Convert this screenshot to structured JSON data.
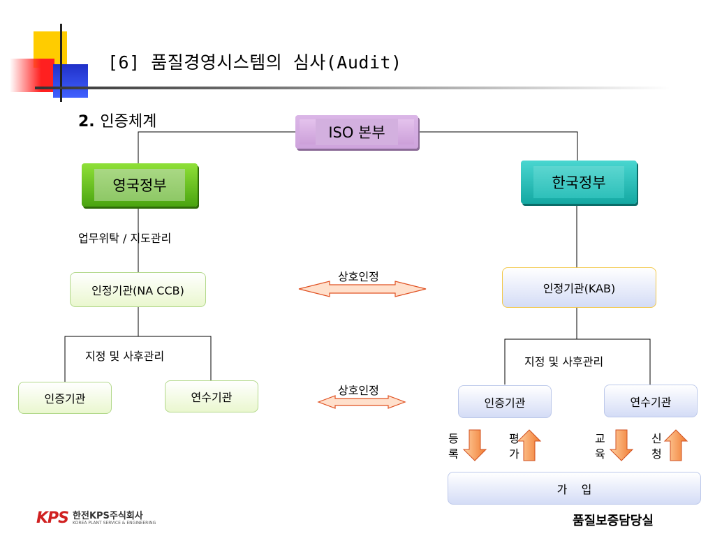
{
  "header": {
    "title": "[6] 품질경영시스템의 심사(Audit)",
    "section_number": "2.",
    "section_title": "인증체계"
  },
  "nodes": {
    "iso": "ISO 본부",
    "uk_gov": "영국정부",
    "kr_gov": "한국정부",
    "uk_accreditor": "인정기관(NA CCB)",
    "kr_accreditor": "인정기관(KAB)",
    "uk_cert_body": "인증기관",
    "uk_training_body": "연수기관",
    "kr_cert_body": "인증기관",
    "kr_training_body": "연수기관",
    "join": "가    입"
  },
  "labels": {
    "delegation": "업무위탁 / 지도관리",
    "uk_designation": "지정 및 사후관리",
    "kr_designation": "지정 및 사후관리",
    "mutual_top": "상호인정",
    "mutual_bottom": "상호인정",
    "register_1": "등",
    "register_2": "록",
    "evaluate_1": "평",
    "evaluate_2": "가",
    "education_1": "교",
    "education_2": "육",
    "apply_1": "신",
    "apply_2": "청"
  },
  "footer": {
    "org": "품질보증담당실",
    "logo_mark": "KPS",
    "logo_name": "한전KPS주식회사",
    "logo_sub": "KOREA PLANT SERVICE & ENGINEERING"
  },
  "colors": {
    "arrow_fill": "#ffe0cc",
    "arrow_stroke": "#e05020",
    "updown_fill": "#f49a50"
  }
}
